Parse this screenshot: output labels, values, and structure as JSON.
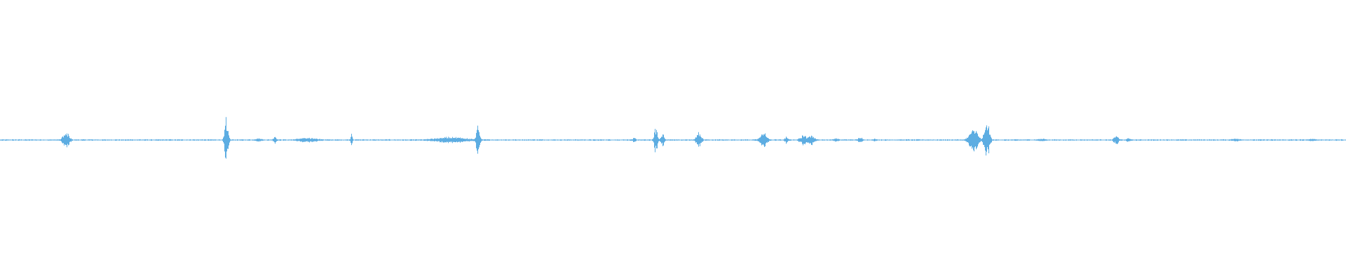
{
  "waveform": {
    "color": "#5dade2",
    "background": "#ffffff",
    "center_level": 0,
    "bursts": [
      {
        "position": 0.049,
        "amplitude": 0.06,
        "width": 0.004
      },
      {
        "position": 0.168,
        "amplitude": 0.18,
        "width": 0.002
      },
      {
        "position": 0.192,
        "amplitude": 0.015,
        "width": 0.004
      },
      {
        "position": 0.204,
        "amplitude": 0.03,
        "width": 0.002
      },
      {
        "position": 0.229,
        "amplitude": 0.02,
        "width": 0.012
      },
      {
        "position": 0.261,
        "amplitude": 0.05,
        "width": 0.001
      },
      {
        "position": 0.318,
        "amplitude": 0.012,
        "width": 0.002
      },
      {
        "position": 0.335,
        "amplitude": 0.025,
        "width": 0.02
      },
      {
        "position": 0.355,
        "amplitude": 0.12,
        "width": 0.002
      },
      {
        "position": 0.471,
        "amplitude": 0.02,
        "width": 0.002
      },
      {
        "position": 0.487,
        "amplitude": 0.1,
        "width": 0.002
      },
      {
        "position": 0.492,
        "amplitude": 0.05,
        "width": 0.002
      },
      {
        "position": 0.519,
        "amplitude": 0.06,
        "width": 0.003
      },
      {
        "position": 0.567,
        "amplitude": 0.06,
        "width": 0.004
      },
      {
        "position": 0.584,
        "amplitude": 0.03,
        "width": 0.002
      },
      {
        "position": 0.594,
        "amplitude": 0.02,
        "width": 0.002
      },
      {
        "position": 0.597,
        "amplitude": 0.05,
        "width": 0.003
      },
      {
        "position": 0.602,
        "amplitude": 0.045,
        "width": 0.004
      },
      {
        "position": 0.621,
        "amplitude": 0.015,
        "width": 0.003
      },
      {
        "position": 0.639,
        "amplitude": 0.02,
        "width": 0.003
      },
      {
        "position": 0.65,
        "amplitude": 0.012,
        "width": 0.002
      },
      {
        "position": 0.723,
        "amplitude": 0.1,
        "width": 0.005
      },
      {
        "position": 0.733,
        "amplitude": 0.14,
        "width": 0.003
      },
      {
        "position": 0.774,
        "amplitude": 0.012,
        "width": 0.006
      },
      {
        "position": 0.829,
        "amplitude": 0.035,
        "width": 0.003
      },
      {
        "position": 0.838,
        "amplitude": 0.02,
        "width": 0.002
      },
      {
        "position": 0.918,
        "amplitude": 0.012,
        "width": 0.006
      },
      {
        "position": 0.975,
        "amplitude": 0.01,
        "width": 0.006
      }
    ],
    "noise_level": 0.006
  }
}
